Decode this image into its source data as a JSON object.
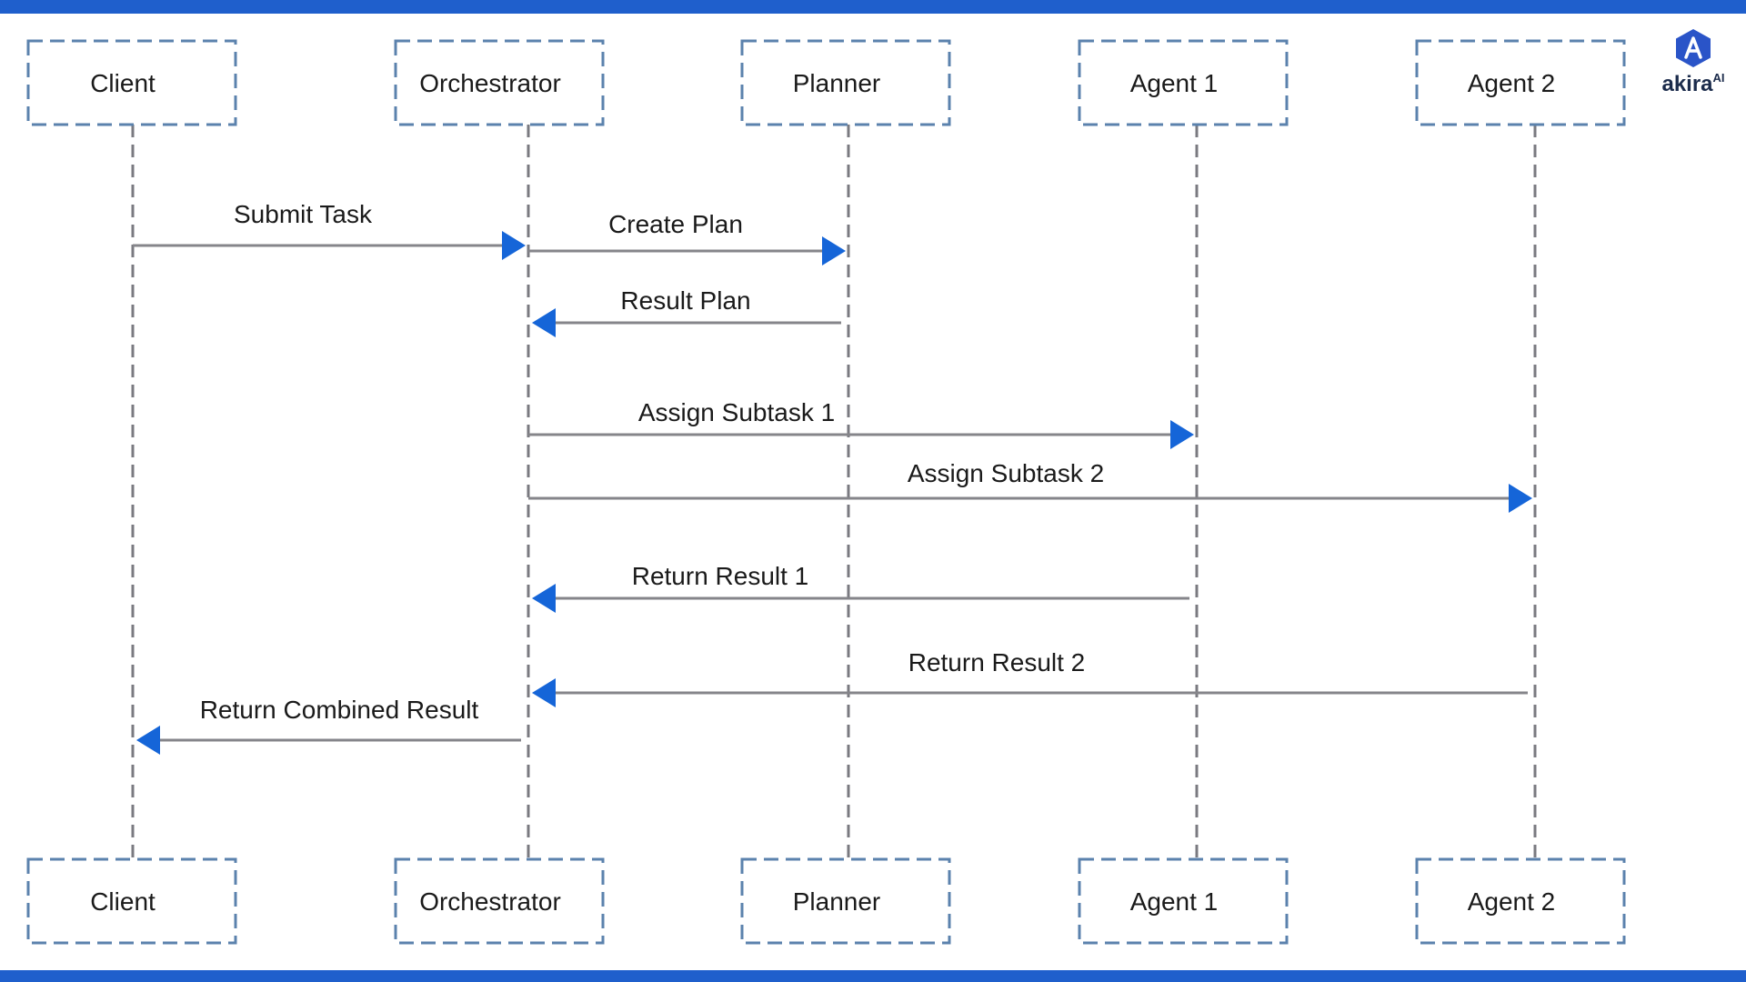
{
  "colors": {
    "accent": "#1f5fcc",
    "box_border": "#5b82ad",
    "lifeline": "#7a7a80",
    "arrow_line": "#85858a",
    "arrow_head": "#1565d8",
    "logo_mark": "#2a54c8",
    "logo_text": "#1b2b4b"
  },
  "logo": {
    "icon": "akira-hexagon-a-icon",
    "name": "akira",
    "superscript": "AI"
  },
  "participants": [
    {
      "id": "client",
      "label": "Client"
    },
    {
      "id": "orchestrator",
      "label": "Orchestrator"
    },
    {
      "id": "planner",
      "label": "Planner"
    },
    {
      "id": "agent1",
      "label": "Agent 1"
    },
    {
      "id": "agent2",
      "label": "Agent 2"
    }
  ],
  "messages": [
    {
      "from": "client",
      "to": "orchestrator",
      "label": "Submit Task"
    },
    {
      "from": "orchestrator",
      "to": "planner",
      "label": "Create Plan"
    },
    {
      "from": "planner",
      "to": "orchestrator",
      "label": "Result Plan"
    },
    {
      "from": "orchestrator",
      "to": "agent1",
      "label": "Assign Subtask 1"
    },
    {
      "from": "orchestrator",
      "to": "agent2",
      "label": "Assign Subtask 2"
    },
    {
      "from": "agent1",
      "to": "orchestrator",
      "label": "Return Result 1"
    },
    {
      "from": "agent2",
      "to": "orchestrator",
      "label": "Return Result 2"
    },
    {
      "from": "orchestrator",
      "to": "client",
      "label": "Return Combined Result"
    }
  ]
}
